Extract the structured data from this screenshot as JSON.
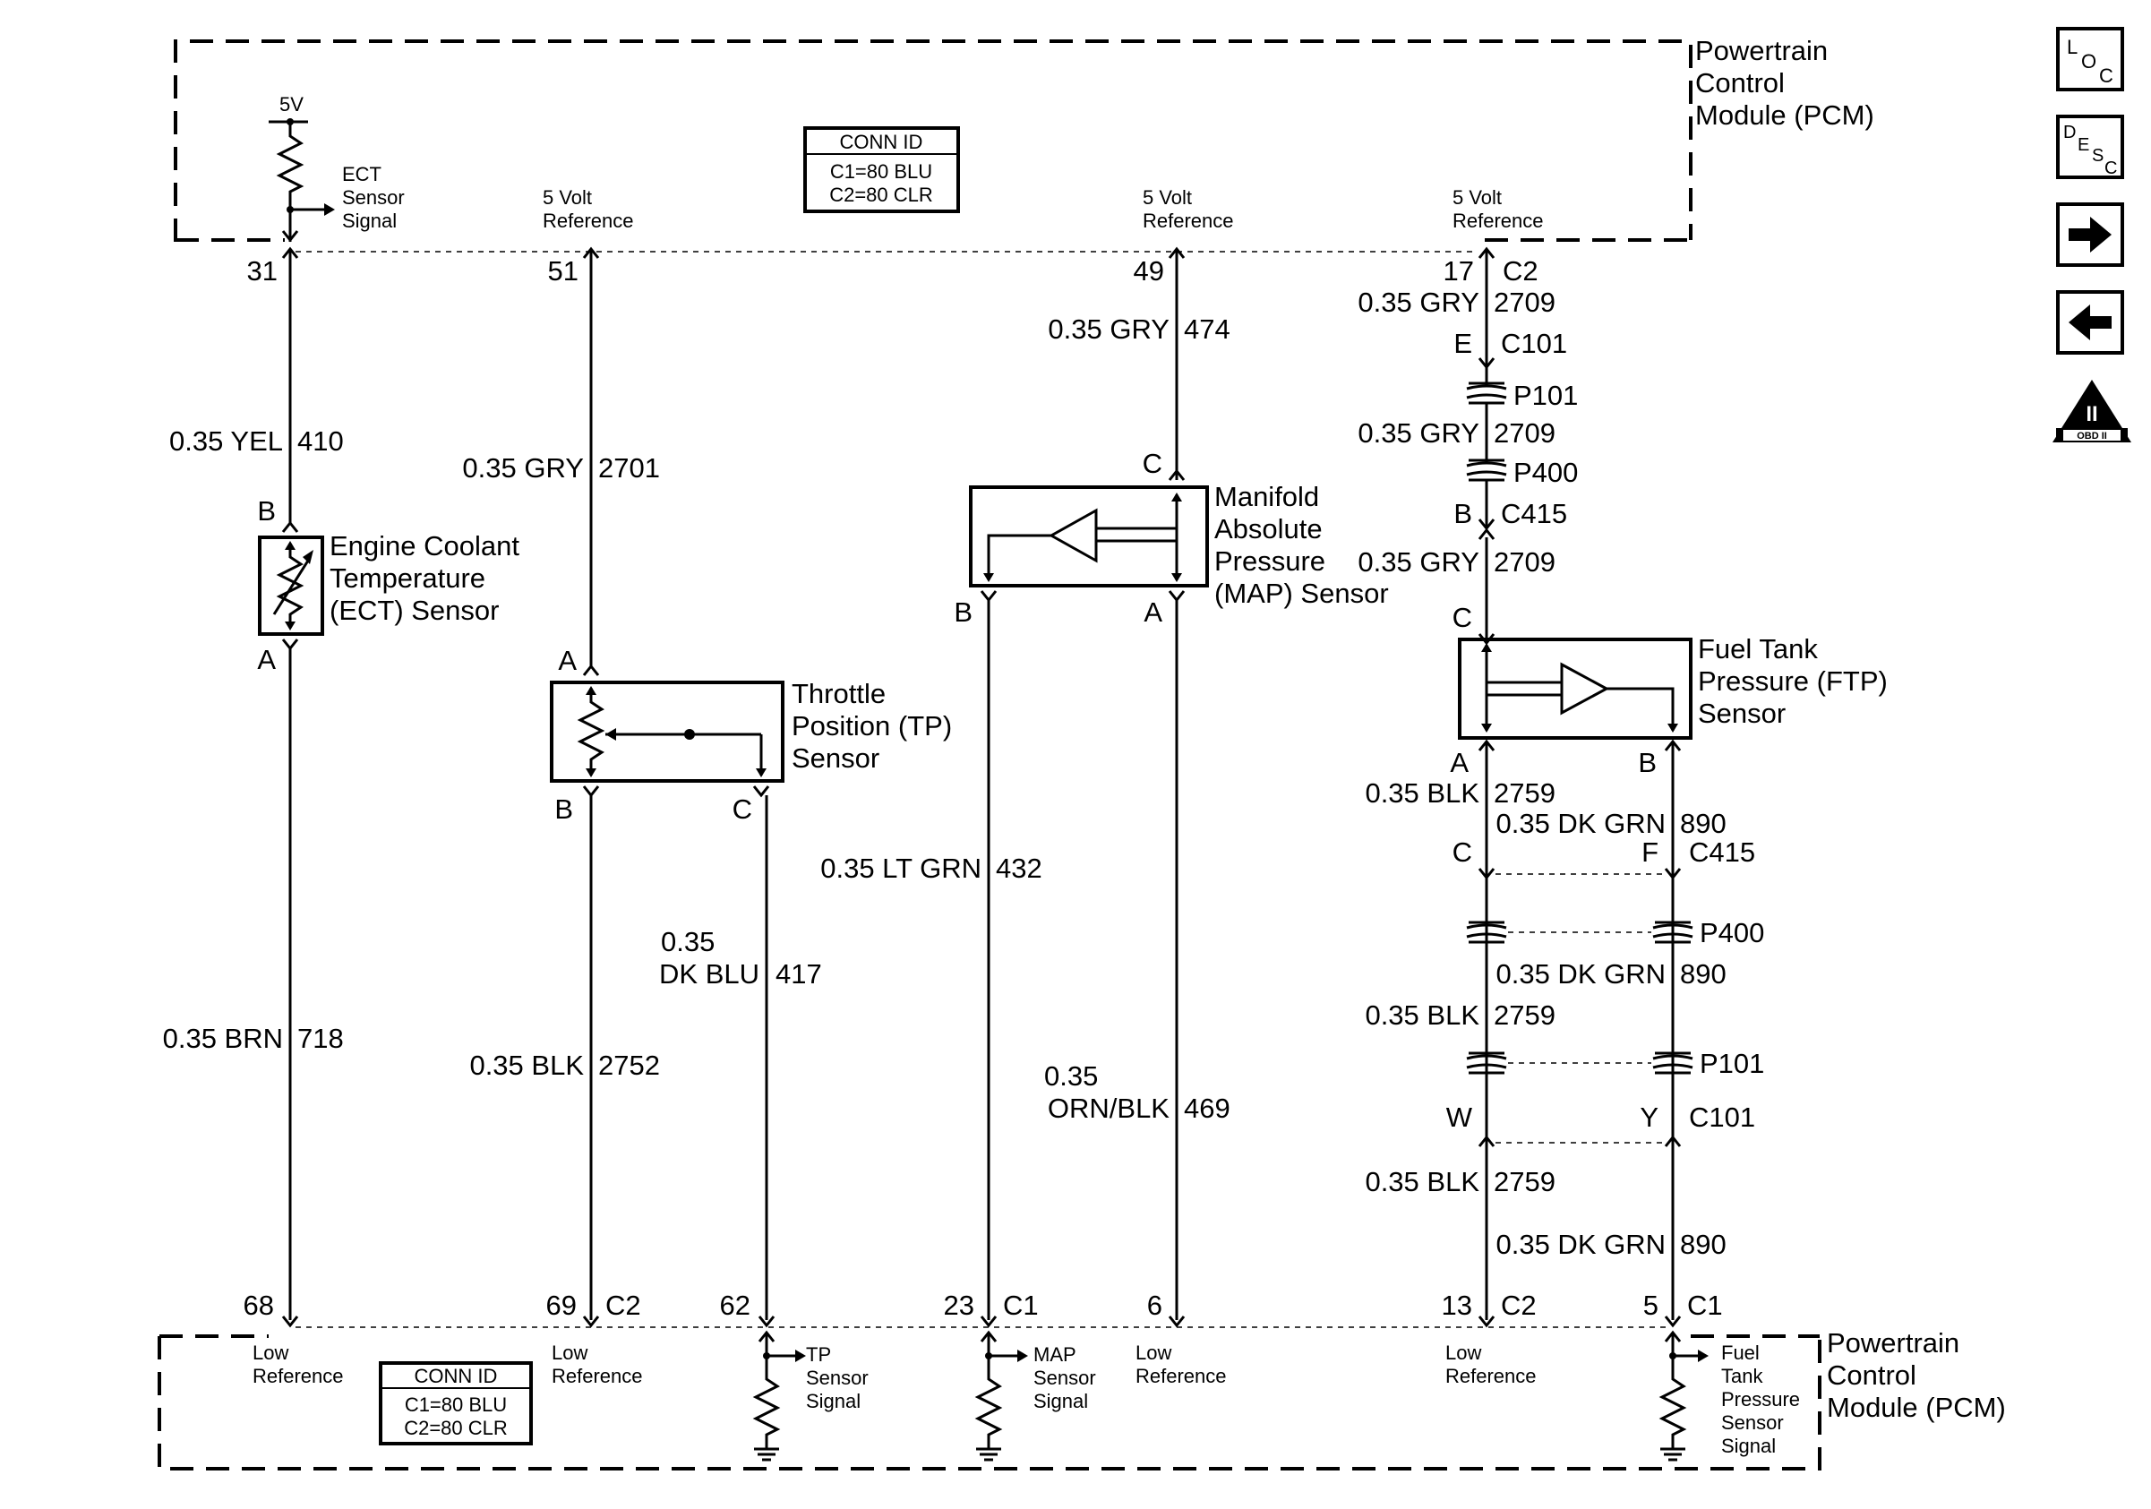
{
  "pcm_top": {
    "line1": "Powertrain",
    "line2": "Control",
    "line3": "Module (PCM)"
  },
  "pcm_bottom": {
    "line1": "Powertrain",
    "line2": "Control",
    "line3": "Module (PCM)"
  },
  "conn_top": {
    "title": "CONN ID",
    "c1": "C1=80 BLU",
    "c2": "C2=80 CLR"
  },
  "conn_bottom": {
    "title": "CONN ID",
    "c1": "C1=80 BLU",
    "c2": "C2=80 CLR"
  },
  "top_labels": {
    "v5": "5V",
    "ect_sig": [
      "ECT",
      "Sensor",
      "Signal"
    ],
    "ref1": [
      "5 Volt",
      "Reference"
    ],
    "ref2": [
      "5 Volt",
      "Reference"
    ],
    "ref3": [
      "5 Volt",
      "Reference"
    ]
  },
  "bottom_labels": {
    "low1": [
      "Low",
      "Reference"
    ],
    "low2": [
      "Low",
      "Reference"
    ],
    "tp_sig": [
      "TP",
      "Sensor",
      "Signal"
    ],
    "map_sig": [
      "MAP",
      "Sensor",
      "Signal"
    ],
    "low3": [
      "Low",
      "Reference"
    ],
    "low4": [
      "Low",
      "Reference"
    ],
    "ftp_sig": [
      "Fuel",
      "Tank",
      "Pressure",
      "Sensor",
      "Signal"
    ]
  },
  "pins": {
    "p31": "31",
    "p51": "51",
    "p49": "49",
    "p17": "17",
    "c2a": "C2",
    "p68": "68",
    "p69": "69",
    "c2b": "C2",
    "p62": "62",
    "p23": "23",
    "c1a": "C1",
    "p6": "6",
    "p13": "13",
    "c2c": "C2",
    "p5": "5",
    "c1b": "C1"
  },
  "wires": {
    "w410_g": "0.35 YEL",
    "w410_n": "410",
    "w718_g": "0.35 BRN",
    "w718_n": "718",
    "w2701_g": "0.35 GRY",
    "w2701_n": "2701",
    "w2752_g": "0.35 BLK",
    "w2752_n": "2752",
    "w417_g1": "0.35",
    "w417_g2": "DK BLU",
    "w417_n": "417",
    "w432_g": "0.35 LT GRN",
    "w432_n": "432",
    "w474_g": "0.35 GRY",
    "w474_n": "474",
    "w469_g1": "0.35",
    "w469_g2": "ORN/BLK",
    "w469_n": "469",
    "w2709a_g": "0.35 GRY",
    "w2709a_n": "2709",
    "w2709b_g": "0.35 GRY",
    "w2709b_n": "2709",
    "w2709c_g": "0.35 GRY",
    "w2709c_n": "2709",
    "w2759a_g": "0.35 BLK",
    "w2759a_n": "2759",
    "w890a_g": "0.35 DK GRN",
    "w890a_n": "890",
    "w890b_g": "0.35 DK GRN",
    "w890b_n": "890",
    "w2759b_g": "0.35 BLK",
    "w2759b_n": "2759",
    "w2759c_g": "0.35 BLK",
    "w2759c_n": "2759",
    "w890c_g": "0.35 DK GRN",
    "w890c_n": "890"
  },
  "connectors": {
    "e": "E",
    "c101a": "C101",
    "p101a": "P101",
    "p400a": "P400",
    "b415": "B",
    "c415a": "C415",
    "c_ftp": "C",
    "c415c": "C",
    "f415": "F",
    "c415b": "C415",
    "p400b": "P400",
    "p101b": "P101",
    "w101": "W",
    "y101": "Y",
    "c101b": "C101"
  },
  "components": {
    "ect": {
      "pin_b": "B",
      "pin_a": "A",
      "name": [
        "Engine Coolant",
        "Temperature",
        "(ECT) Sensor"
      ]
    },
    "tp": {
      "pin_a": "A",
      "pin_b": "B",
      "pin_c": "C",
      "name": [
        "Throttle",
        "Position (TP)",
        "Sensor"
      ]
    },
    "map": {
      "pin_c": "C",
      "pin_b": "B",
      "pin_a": "A",
      "name": [
        "Manifold",
        "Absolute",
        "Pressure",
        "(MAP) Sensor"
      ]
    },
    "ftp": {
      "pin_a": "A",
      "pin_b": "B",
      "name": [
        "Fuel Tank",
        "Pressure (FTP)",
        "Sensor"
      ]
    }
  },
  "side_buttons": {
    "loc": [
      "L",
      "O",
      "C"
    ],
    "desc": [
      "D",
      "E",
      "S",
      "C"
    ],
    "obd_big": "II",
    "obd_small": "OBD II",
    "next_icon": "arrow-right-icon",
    "prev_icon": "arrow-left-icon"
  }
}
